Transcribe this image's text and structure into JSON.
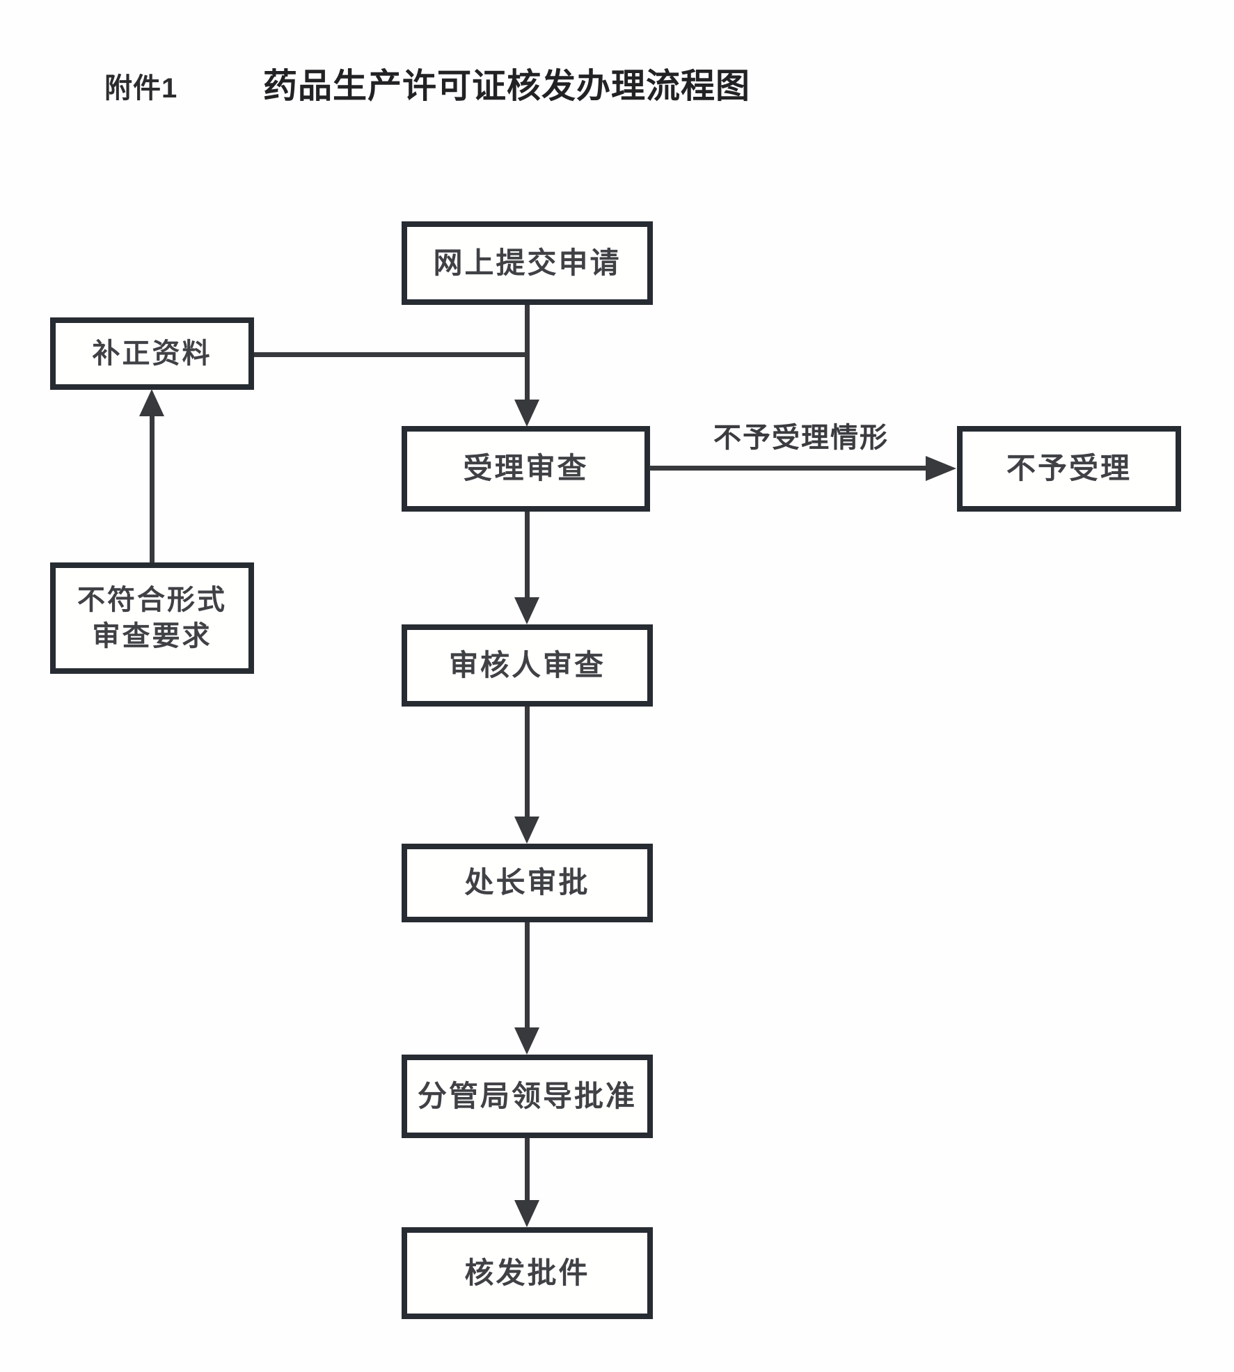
{
  "page": {
    "attachment_label": "附件1",
    "title": "药品生产许可证核发办理流程图"
  },
  "colors": {
    "box_border": "#272c33",
    "connector_line": "#37393d",
    "text": "#3f4145",
    "background": "#fefefe"
  },
  "flowchart": {
    "nodes": {
      "online_submit": {
        "label": "网上提交申请"
      },
      "supplement": {
        "label": "补正资料"
      },
      "acceptance_review": {
        "label": "受理审查"
      },
      "not_accepted": {
        "label": "不予受理"
      },
      "nonconforming": {
        "label_line1": "不符合形式",
        "label_line2": "审查要求"
      },
      "reviewer_review": {
        "label": "审核人审查"
      },
      "division_chief": {
        "label": "处长审批"
      },
      "bureau_leader": {
        "label": "分管局领导批准"
      },
      "issue_approval": {
        "label": "核发批件"
      }
    },
    "edge_labels": {
      "not_accepted_condition": "不予受理情形"
    }
  }
}
